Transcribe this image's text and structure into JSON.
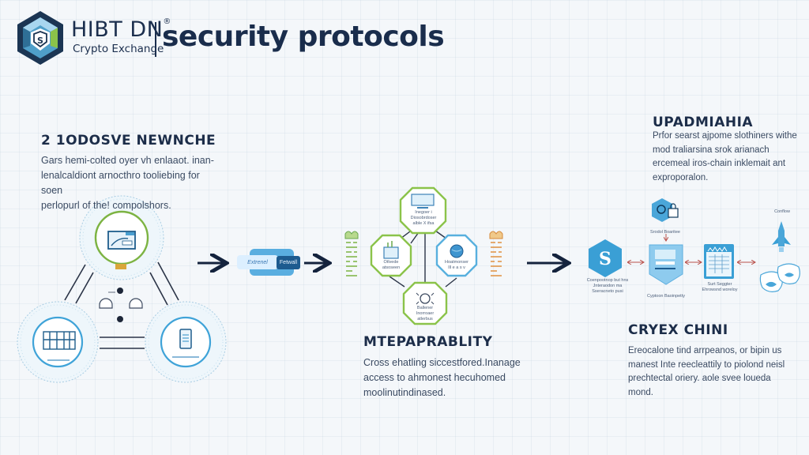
{
  "header": {
    "brand_name": "HIBT DN",
    "brand_mark": "®",
    "brand_subtitle": "Crypto Exchange",
    "page_title": "security protocols"
  },
  "colors": {
    "navy": "#1a2d4c",
    "accent_blue": "#3fa3d8",
    "accent_green": "#7cb342",
    "accent_orange": "#e0913f",
    "arrow_red": "#b8504a"
  },
  "sections": {
    "left": {
      "title": "2 1ODOSVE NEWNCHE",
      "body_lines": [
        "Gars hemi-colted oyer vh enlaaot. inan-",
        "lenalcaldiont arnocthro tooliebing for soen",
        "perlopurl of the! compolshors."
      ]
    },
    "middle": {
      "title": "MTEPAPRABLITY",
      "body_lines": [
        "Cross ehatling siccestfored.Inanage",
        "access to ahmonest hecuhomed",
        "moolinutindinased."
      ]
    },
    "right_top": {
      "title": "UPADMIAHIA",
      "body_lines": [
        "Prfor searst ajpome slothiners withe",
        "mod traliarsina srok arianach",
        "ercemeal iros-chain inklemait ant",
        "exproporalon."
      ]
    },
    "right_bottom": {
      "title": "CRYEX CHINI",
      "body_lines": [
        "Ereocalone tind arrpeanos, or bipin us",
        "manest Inte reecleattily to piolond neisl",
        "prechtectal oriery. aole svee loueda",
        "mond."
      ]
    }
  },
  "diagram_left": {
    "nodes": [
      {
        "id": "top",
        "icon": "dashboard-monitor-icon",
        "caption": "—— ——"
      },
      {
        "id": "bottom-left",
        "icon": "server-rack-icon",
        "caption": "———"
      },
      {
        "id": "bottom-right",
        "icon": "mobile-phone-icon",
        "caption": "——— ———"
      }
    ]
  },
  "bridge": {
    "left_label": "Extrenel",
    "right_label": "Fetwall"
  },
  "diagram_middle": {
    "nodes": [
      {
        "id": "top",
        "icon": "monitor-icon",
        "caption": [
          "Inegoer i",
          "Diosobrdoser",
          "alble X ifsa"
        ]
      },
      {
        "id": "left",
        "icon": "plant-terminal-icon",
        "caption": [
          "Otlvede",
          "atsoseen"
        ]
      },
      {
        "id": "right",
        "icon": "globe-icon",
        "caption": [
          "Hoatmonser",
          "Ill e a s v"
        ]
      },
      {
        "id": "bottom",
        "icon": "gear-bug-icon",
        "caption": [
          "Ballener",
          "Inorroaer",
          "atlerbus"
        ]
      }
    ],
    "side_left": "green-scroll-icon",
    "side_right": "orange-scroll-icon"
  },
  "diagram_right": {
    "nodes": [
      {
        "id": "top",
        "icon": "user-lock-icon",
        "caption": "Srodol Boaritee"
      },
      {
        "id": "hex",
        "icon": "dna-s-icon",
        "caption": [
          "Coenpootnop but hns",
          "Jnteraodon ma",
          "Sseracneto pusi"
        ]
      },
      {
        "id": "center",
        "icon": "document-shield-icon",
        "caption": "Cyptoon Baoinpetty"
      },
      {
        "id": "box",
        "icon": "browser-window-icon",
        "caption": [
          "Surt Seggter",
          "Ehrowsnd woreloy"
        ]
      },
      {
        "id": "rocket",
        "icon": "rocket-icon",
        "caption": "Conflow"
      },
      {
        "id": "fish",
        "icon": "fish-card-icon",
        "caption": ""
      }
    ]
  }
}
